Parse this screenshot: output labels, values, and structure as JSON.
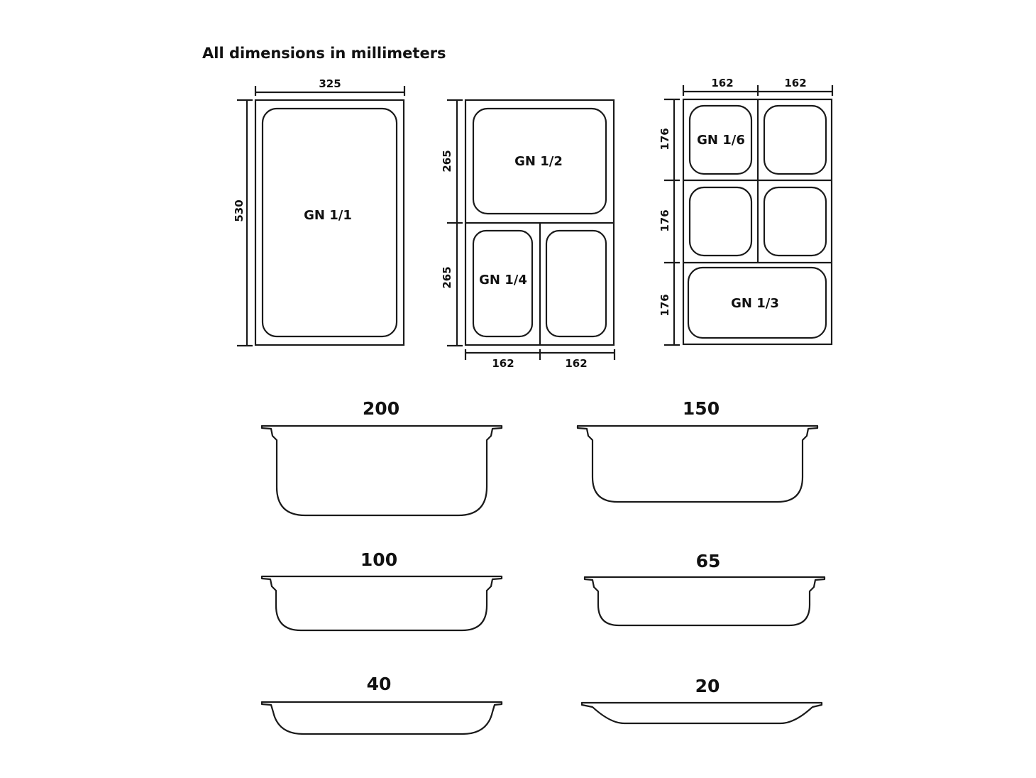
{
  "heading": "All dimensions in millimeters",
  "gn11": {
    "label": "GN 1/1",
    "width": "325",
    "height": "530"
  },
  "gn12_14": {
    "label_half": "GN 1/2",
    "label_quarter": "GN 1/4",
    "height_top": "265",
    "height_bottom": "265",
    "width_left": "162",
    "width_right": "162"
  },
  "gn16_13": {
    "label_sixth": "GN 1/6",
    "label_third": "GN 1/3",
    "width_left": "162",
    "width_right": "162",
    "height_1": "176",
    "height_2": "176",
    "height_3": "176"
  },
  "depths": [
    "200",
    "150",
    "100",
    "65",
    "40",
    "20"
  ]
}
